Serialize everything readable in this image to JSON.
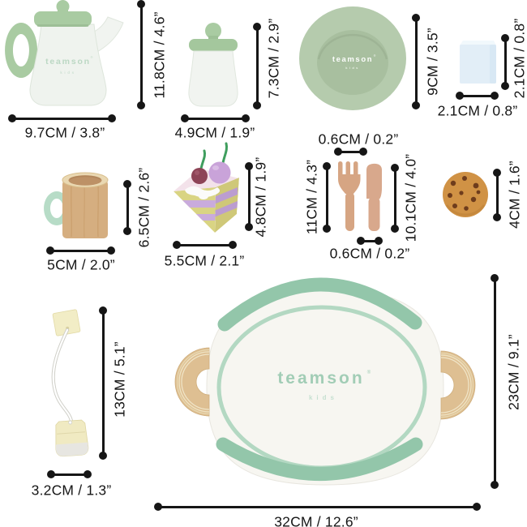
{
  "brand": {
    "name": "teamson",
    "sub": "kids",
    "mark": "®"
  },
  "dimensions": {
    "teapot": {
      "width": "9.7CM / 3.8”",
      "height": "11.8CM / 4.6”"
    },
    "sugar_jar": {
      "width": "4.9CM / 1.9”",
      "height": "7.3CM / 2.9”"
    },
    "plate": {
      "diameter": "9CM / 3.5”",
      "thickness": "0.6CM / 0.2”"
    },
    "sugar_cube": {
      "width": "2.1CM / 0.8”",
      "height": "2.1CM / 0.8”"
    },
    "mug": {
      "width": "5CM / 2.0”",
      "height": "6.5CM / 2.6”"
    },
    "cake_slice": {
      "width": "5.5CM / 2.1”",
      "height": "4.8CM / 1.9”"
    },
    "fork": {
      "length": "11CM / 4.3”"
    },
    "knife": {
      "length": "10.1CM / 4.0”",
      "width": "0.6CM / 0.2”"
    },
    "cookie": {
      "diameter": "4CM / 1.6”"
    },
    "tea_bag": {
      "width": "3.2CM / 1.3”",
      "length": "13CM / 5.1”"
    },
    "tray": {
      "width": "32CM / 12.6”",
      "height": "23CM / 9.1”"
    }
  },
  "colors": {
    "sage_green": "#a9cba2",
    "plate_green": "#b5cbad",
    "tray_mint": "#93c6aa",
    "tray_ring_mint": "#b3d8c2",
    "handle_mint": "#b7dcc7",
    "mug_wood": "#d5ae80",
    "utensil_wood": "#d6a583",
    "tray_handle_wood": "#debf92",
    "cookie_brown": "#d09245",
    "chip_brown": "#6e3c1c",
    "stripe_yellow": "#d9d483",
    "stripe_purple": "#c9abdc",
    "teabag_cream": "#f0eac2",
    "sugar_cube_blue": "#e2eef7",
    "annotation_black": "#161616"
  }
}
